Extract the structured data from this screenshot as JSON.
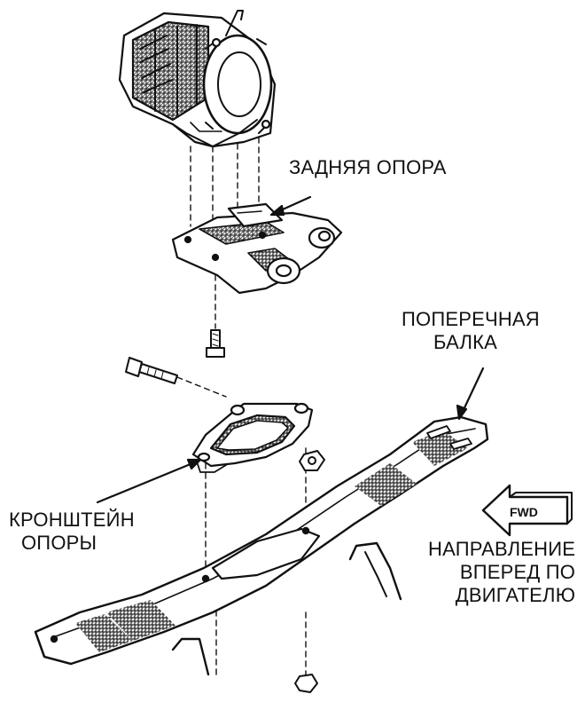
{
  "labels": {
    "rear_mount": "ЗАДНЯЯ ОПОРА",
    "crossmember": [
      "ПОПЕРЕЧНАЯ",
      "БАЛКА"
    ],
    "bracket": [
      "КРОНШТЕЙН",
      "ОПОРЫ"
    ],
    "direction": [
      "НАПРАВЛЕНИЕ",
      "ВПЕРЕД ПО",
      "ДВИГАТЕЛЮ"
    ],
    "fwd_arrow": "FWD"
  },
  "colors": {
    "line": "#111111",
    "shade": "#b9b9b9",
    "background": "#ffffff"
  },
  "icons": [
    "transmission-drawing",
    "rear-mount-drawing",
    "bolt-icon",
    "nut-icon",
    "bracket-drawing",
    "crossmember-drawing",
    "fwd-arrow-icon"
  ]
}
